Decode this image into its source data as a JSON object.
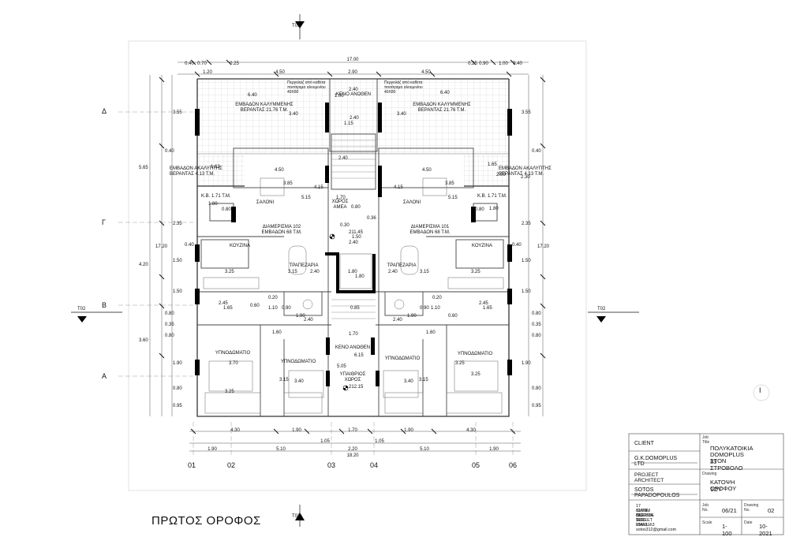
{
  "sheet": {
    "title": "ΠΡΩΤΟΣ ΟΡΟΦΟΣ",
    "section_marks": {
      "top": "T01",
      "bottom": "T01",
      "left": "T02",
      "right": "T02"
    },
    "north_mark": "I"
  },
  "grid_columns": [
    "01",
    "02",
    "03",
    "04",
    "05",
    "06"
  ],
  "grid_rows": [
    "Δ",
    "Γ",
    "Β",
    "Α"
  ],
  "top_dims": {
    "row1": [
      "0.40",
      "0.70",
      "0.25",
      "17.00",
      "0.25",
      "0.90",
      "1.00",
      "0.40"
    ],
    "row2": [
      "1.20",
      "4.50",
      "2.90",
      "4.50"
    ]
  },
  "left_dims": [
    "3.55",
    "0.40",
    "5.65",
    "2.35",
    "17.20",
    "0.40",
    "4.20",
    "1.50",
    "1.50",
    "0.80",
    "0.35",
    "0.80",
    "3.60",
    "1.90",
    "0.80",
    "0.95"
  ],
  "right_dims": [
    "3.55",
    "0.40",
    "2.30",
    "2.35",
    "17.20",
    "0.40",
    "1.50",
    "1.50",
    "0.80",
    "0.35",
    "0.80",
    "1.90",
    "0.80",
    "0.95"
  ],
  "bottom_dims": {
    "row1": [
      "4.30",
      "1.90",
      "1.70",
      "1.90",
      "4.30"
    ],
    "row2": [
      "1.05",
      "1.05"
    ],
    "row3": [
      "1.90",
      "5.10",
      "2.20",
      "5.10",
      "1.90"
    ],
    "total": "18.20"
  },
  "labels": {
    "pergola_l": "Περγολαζ από καθέτα ποσάγαμα αλουμινίου 40Χ80",
    "pergola_r": "Περγολάζ από καθέτα ποσάγαμα αλουμινίου 40Χ80",
    "veranda_l": "ΕΜΒΑΔΟΝ ΚΑΛΥΜΜΕΝΗΣ ΒΕΡΑΝΤΑΣ 21.76 Τ.Μ.",
    "veranda_r": "ΕΜΒΑΔΟΝ ΚΑΛΥΜΜΕΝΗΣ ΒΕΡΑΝΤΑΣ 21.76 Τ.Μ.",
    "void_top": "ΚΕΝΟ ΑΝΩΘΕΝ",
    "open_l": "ΕΜΒΑΔΟΝ ΑΚΑΛΥΠΤΗΣ ΒΕΡΑΝΤΑΣ 4.13 Τ.Μ.",
    "open_r": "ΕΜΒΑΔΟΝ ΑΚΑΛΥΠΤΗΣ ΒΕΡΑΝΤΑΣ 4.13 Τ.Μ.",
    "kb_l": "Κ.Β. 1.71 Τ.Μ.",
    "kb_r": "Κ.Β. 1.71 Τ.Μ.",
    "saloni_l": "ΣΑΛΟΝΙ",
    "saloni_r": "ΣΑΛΟΝΙ",
    "amea": "ΧΩΡΟΣ ΑΜΕΑ",
    "apt_l": "ΔΙΑΜΕΡΙΣΜΑ 102 ΕΜΒΑΔΟΝ 68 Τ.Μ.",
    "apt_r": "ΔΙΑΜΕΡΙΣΜΑ 101 ΕΜΒΑΔΟΝ 68 Τ.Μ.",
    "kouzina_l": "ΚΟΥΖΙΝΑ",
    "kouzina_r": "ΚΟΥΖΙΝΑ",
    "trapezaria_l": "ΤΡΑΠΕΖΑΡΙΑ",
    "trapezaria_r": "ΤΡΑΠΕΖΑΡΙΑ",
    "void_mid": "ΚΕΝΟ ΑΝΩΘΕΝ",
    "ypnod_l1": "ΥΠΝΟΔΩΜΑΤΙΟ",
    "ypnod_l2": "ΥΠΝΟΔΩΜΑΤΙΟ",
    "ypnod_r1": "ΥΠΝΟΔΩΜΑΤΙΟ",
    "ypnod_r2": "ΥΠΝΟΔΩΜΑΤΙΟ",
    "ypaithrios": "ΥΠΑΙΘΡΙΟΣ ΧΩΡΟΣ",
    "level_mid": "211.45",
    "level_bot": "212.15"
  },
  "inner_dims": {
    "d640l": "6.40",
    "d640r": "6.40",
    "d240a": "2.40",
    "d100": "1.00",
    "d340l": "3.40",
    "d340r": "3.40",
    "d240b": "2.40",
    "d115": "1.15",
    "d240c": "2.40",
    "d450l": "4.50",
    "d450r": "4.50",
    "d163": "1.63",
    "d165": "1.65",
    "d200": "2.00",
    "d385l": "3.85",
    "d385r": "3.85",
    "d415l": "4.15",
    "d415r": "4.15",
    "d515l": "5.15",
    "d515r": "5.15",
    "d170": "1.70",
    "d080a": "0.80",
    "d036": "0.36",
    "d080l": "0.80",
    "d180l": "1.80",
    "d080r": "0.80",
    "d180r": "1.80",
    "d030": "0.30",
    "d150": "1.50",
    "d240d": "2.40",
    "d315l": "3.15",
    "d240e": "2.40",
    "d180x": "1.80",
    "d180y": "1.80",
    "d240f": "2.40",
    "d315r": "3.15",
    "d325l": "3.25",
    "d325r": "3.25",
    "d020l": "0.20",
    "d020r": "0.20",
    "d245l": "2.45",
    "d245r": "2.45",
    "d165l": "1.65",
    "d165r": "1.65",
    "d060l": "0.60",
    "d060r": "0.60",
    "d110l": "1.10",
    "d110r": "1.10",
    "d090l": "0.90",
    "d090r": "0.90",
    "d190l": "1.90",
    "d190r": "1.90",
    "d240g": "2.40",
    "d240h": "2.40",
    "d085": "0.85",
    "d160l": "1.60",
    "d160r": "1.60",
    "d170b": "1.70",
    "d615": "6.15",
    "d370l": "3.70",
    "d325b": "3.25",
    "d315b": "3.15",
    "d340b": "3.40",
    "d505": "5.05",
    "d340c": "3.40",
    "d315c": "3.15",
    "d325c": "3.25",
    "d325d": "3.25"
  },
  "title_block": {
    "client_label": "CLIENT",
    "client": "G.K.DOMOPLUS LTD",
    "architect_label": "PROJECT ARCHITECT",
    "architect": "SOTOS PAPADOPOULOS",
    "address": [
      "17 IOANNI CLERIDE STREET",
      "SUITE 302",
      "NICOSIA 1070",
      "TEL. 99416163",
      "EMAIL- sotos312@gmail.com"
    ],
    "job_title_label": "Job Title",
    "job_title": [
      "ΠΟΛΥΚΑΤΟΙΚΙΑ",
      "DOMOPLUS 33",
      "ΣΤΟΝ ΣΤΡΟΒΟΛΟ"
    ],
    "drawing_label": "Drawing",
    "drawing": [
      "ΚΑΤΟΨΗ 1ΟΥ",
      "ΟΡΟΦΟΥ"
    ],
    "job_no_label": "Job No.",
    "job_no": "06/21",
    "drawing_no_label": "Drawing No.",
    "drawing_no": "02",
    "scale_label": "Scale",
    "scale": "1-100",
    "date_label": "Date",
    "date": "10-2021"
  }
}
